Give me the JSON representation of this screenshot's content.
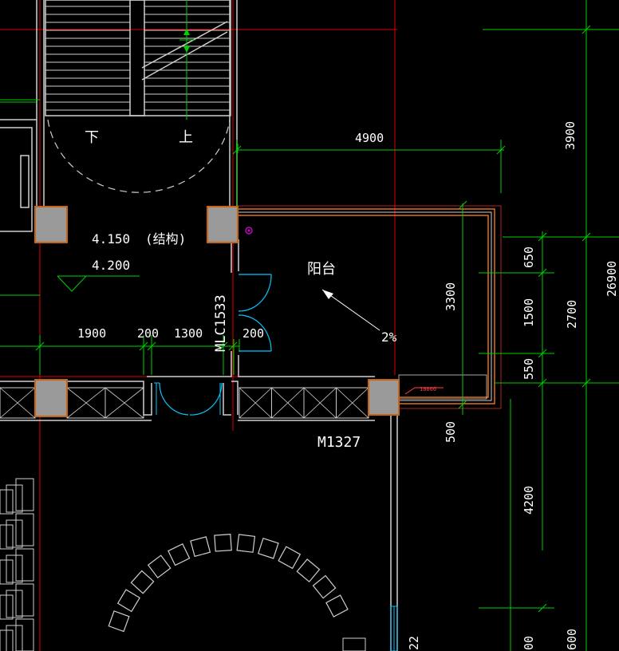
{
  "labels": {
    "stair_down": "下",
    "stair_up": "上",
    "level_structure": "4.150",
    "level_structure_note": "(结构)",
    "level_floor": "4.200",
    "balcony": "阳台",
    "slope": "2%",
    "door_window_code": "MLC1533",
    "door_code": "M1327",
    "small_tag": "10000"
  },
  "dimensions": {
    "top_width": "4900",
    "right_top": "3900",
    "overall_height": "26900",
    "balcony_depth": "3300",
    "seg_650": "650",
    "seg_1500": "1500",
    "seg_550": "550",
    "total_2700": "2700",
    "left_1900": "1900",
    "left_200": "200",
    "left_1300": "1300",
    "door_200": "200",
    "below_500": "500",
    "lower_4200": "4200",
    "bottom_22": "22",
    "bottom_00": "00",
    "bottom_600": "600"
  },
  "colors": {
    "background": "#000000",
    "wall": "#cfcfcf",
    "dimension": "#00d000",
    "axis": "#e00000",
    "door_swing": "#00c8ff",
    "column_fill": "#9a9a9a",
    "column_edge": "#c86414",
    "parapet": "#e07020",
    "text": "#ffffff",
    "drain": "#c000c0"
  }
}
